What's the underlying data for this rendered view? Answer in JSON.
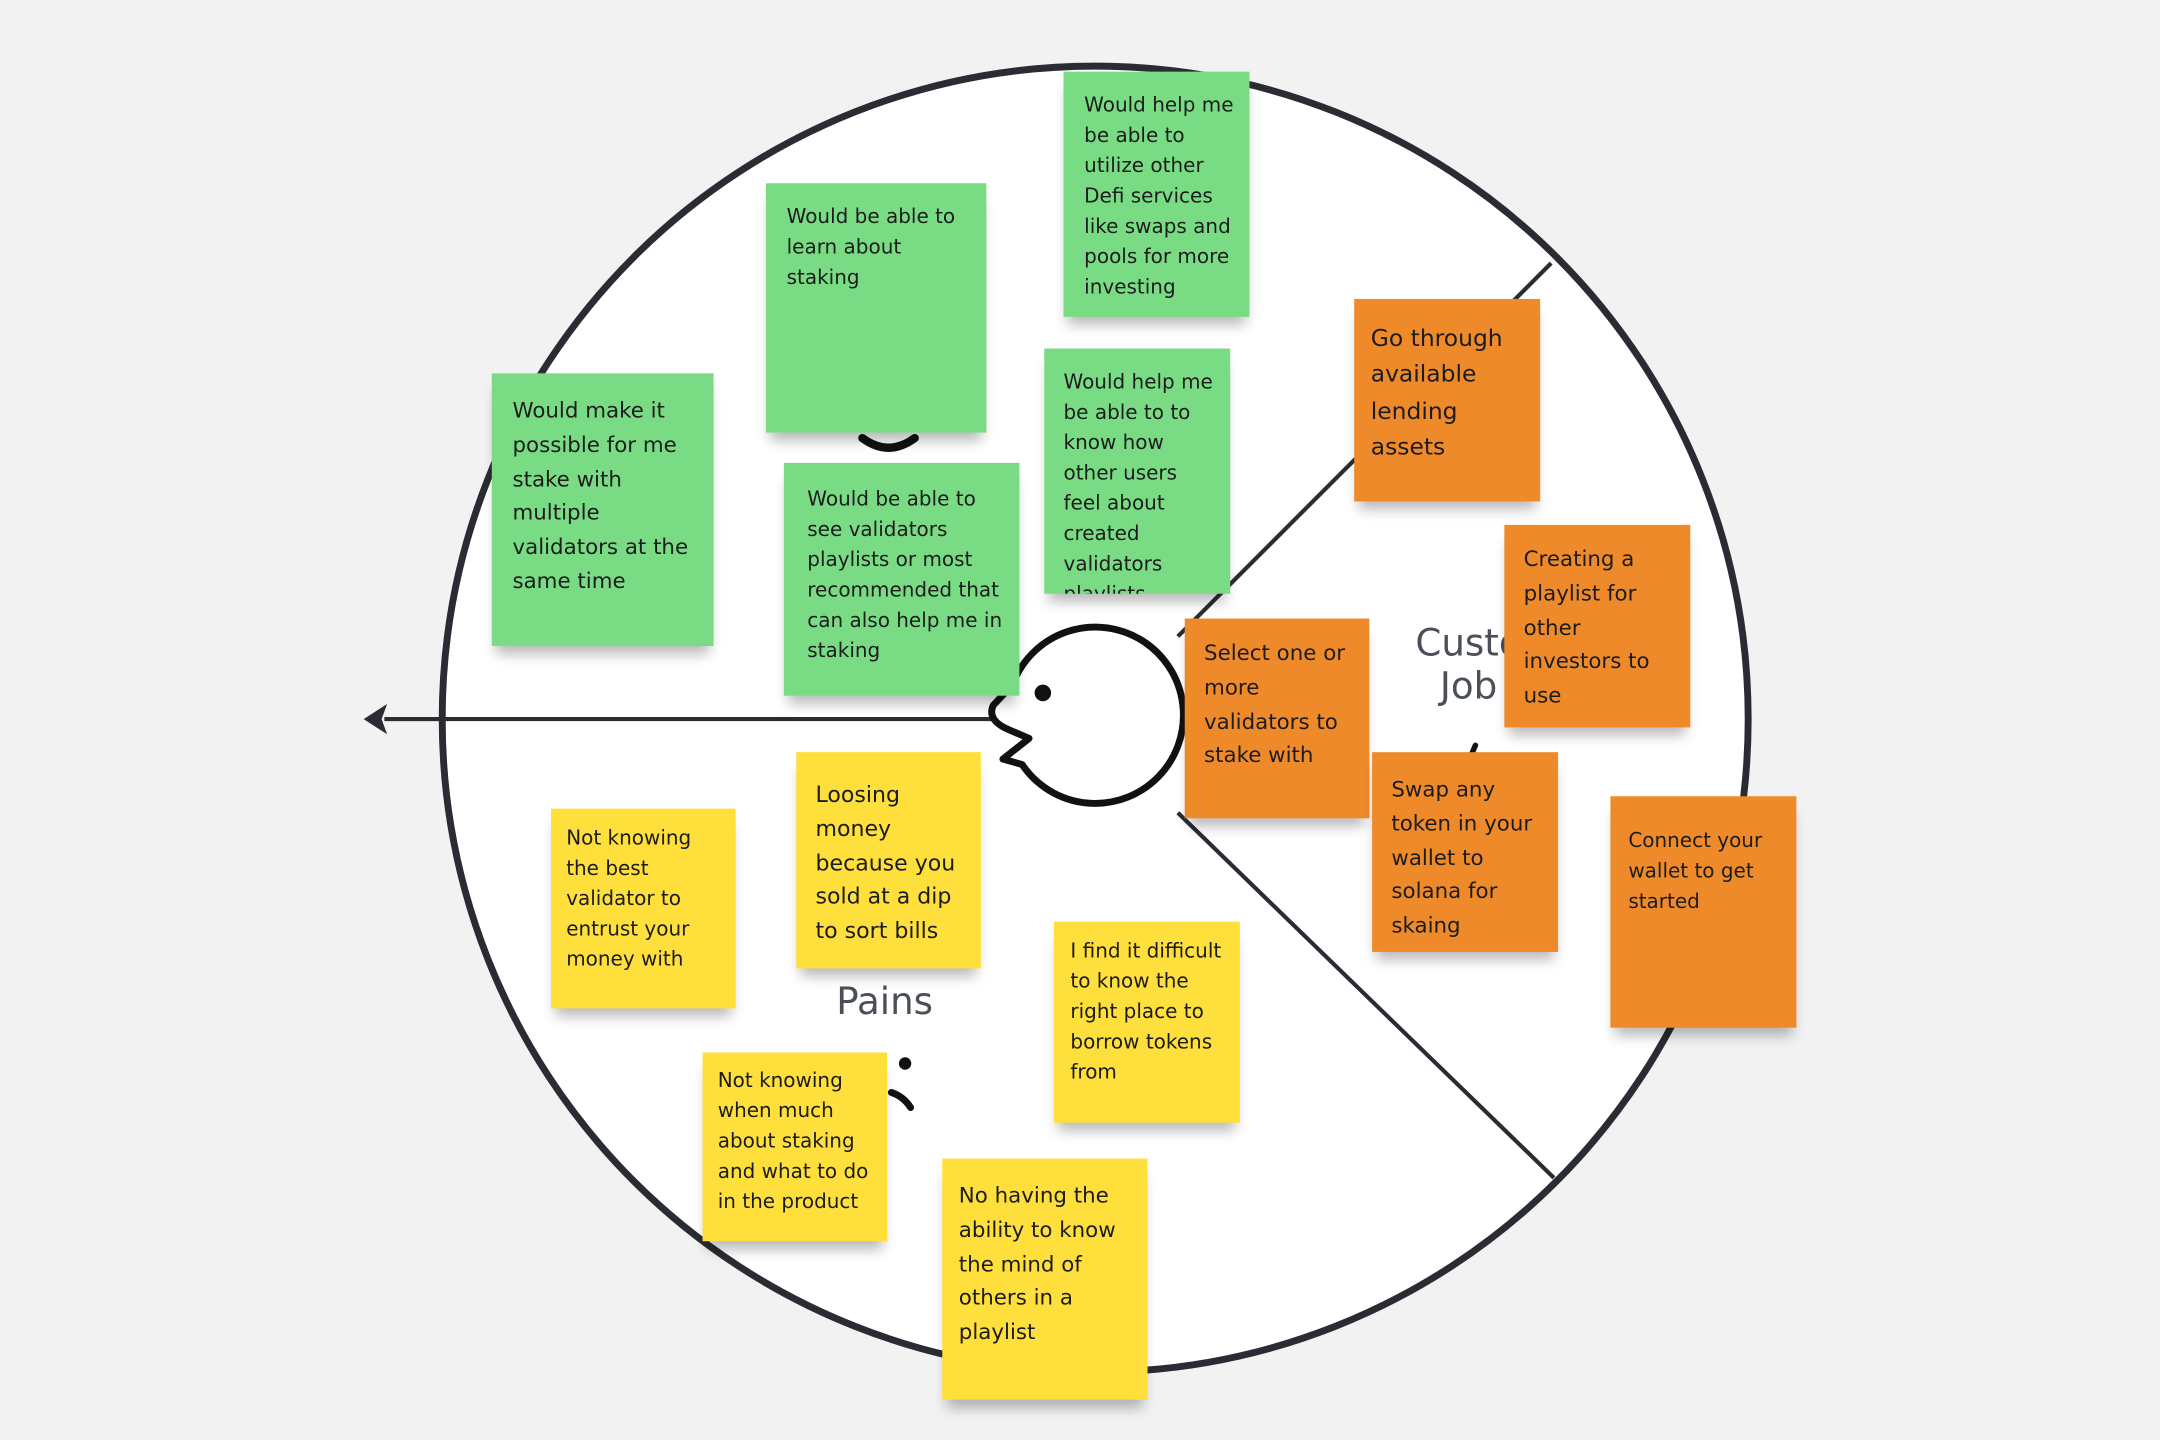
{
  "canvas": {
    "labels": {
      "customer_jobs_partial": "Custo\nJob",
      "pains": "Pains"
    }
  },
  "sticky_notes": {
    "green_utilize_defi": "Would help me be able to utilize other Defi services like swaps and pools for more investing",
    "green_learn_staking": "Would be able to learn about staking",
    "green_multiple_validators": "Would make it possible for me stake with multiple validators at the same time",
    "green_know_other_users": "Would help me be able to to know how other users feel about created validators playlists",
    "green_see_playlists": "Would be able to see validators playlists or most recommended that can also help me in staking",
    "orange_lending_assets": "Go through available lending assets",
    "orange_creating_playlist": "Creating a playlist for other investors to use",
    "orange_select_validators": "Select one or more validators to stake with",
    "orange_swap_token": "Swap any token in your wallet to solana for skaing",
    "orange_connect_wallet": "Connect your wallet to get started",
    "yellow_best_validator": "Not knowing the best validator to entrust your money with",
    "yellow_loosing_money": "Loosing money because you sold at a dip to sort bills",
    "yellow_borrow_tokens": "I find it difficult to know the right place to borrow tokens from",
    "yellow_when_staking": "Not knowing when much about staking and what to do in the product",
    "yellow_mind_of_others": "No having the ability to know the mind of others in a playlist"
  },
  "colors": {
    "background": "#f2f2f2",
    "sticky_green": "#79dc85",
    "sticky_yellow": "#fedf3c",
    "sticky_orange": "#ef8a2b",
    "outline": "#2a2c33"
  }
}
